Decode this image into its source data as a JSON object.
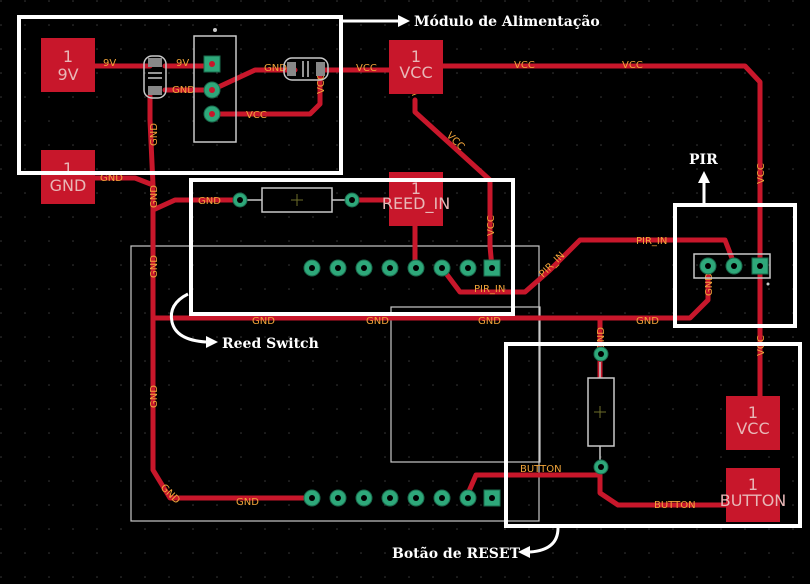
{
  "callouts": {
    "power_module": "Módulo de Alimentação",
    "pir": "PIR",
    "reed_switch": "Reed Switch",
    "reset_button": "Botão de RESET"
  },
  "pads": {
    "pad_9v": {
      "num": "1",
      "name": "9V"
    },
    "pad_gnd": {
      "num": "1",
      "name": "GND"
    },
    "pad_vcc_top": {
      "num": "1",
      "name": "VCC"
    },
    "pad_reed_in": {
      "num": "1",
      "name": "REED_IN"
    },
    "pad_vcc_right": {
      "num": "1",
      "name": "VCC"
    },
    "pad_button": {
      "num": "1",
      "name": "BUTTON"
    }
  },
  "nets": {
    "v9": "9V",
    "gnd": "GND",
    "vcc": "VCC",
    "pir_in": "PIR_IN",
    "button": "BUTTON"
  },
  "colors": {
    "background": "#000000",
    "copper": "#c8172b",
    "pad_green": "#2ea87a",
    "net_label": "#f2a53a",
    "silkscreen": "#c9c9c9",
    "callout_box": "#ffffff"
  }
}
